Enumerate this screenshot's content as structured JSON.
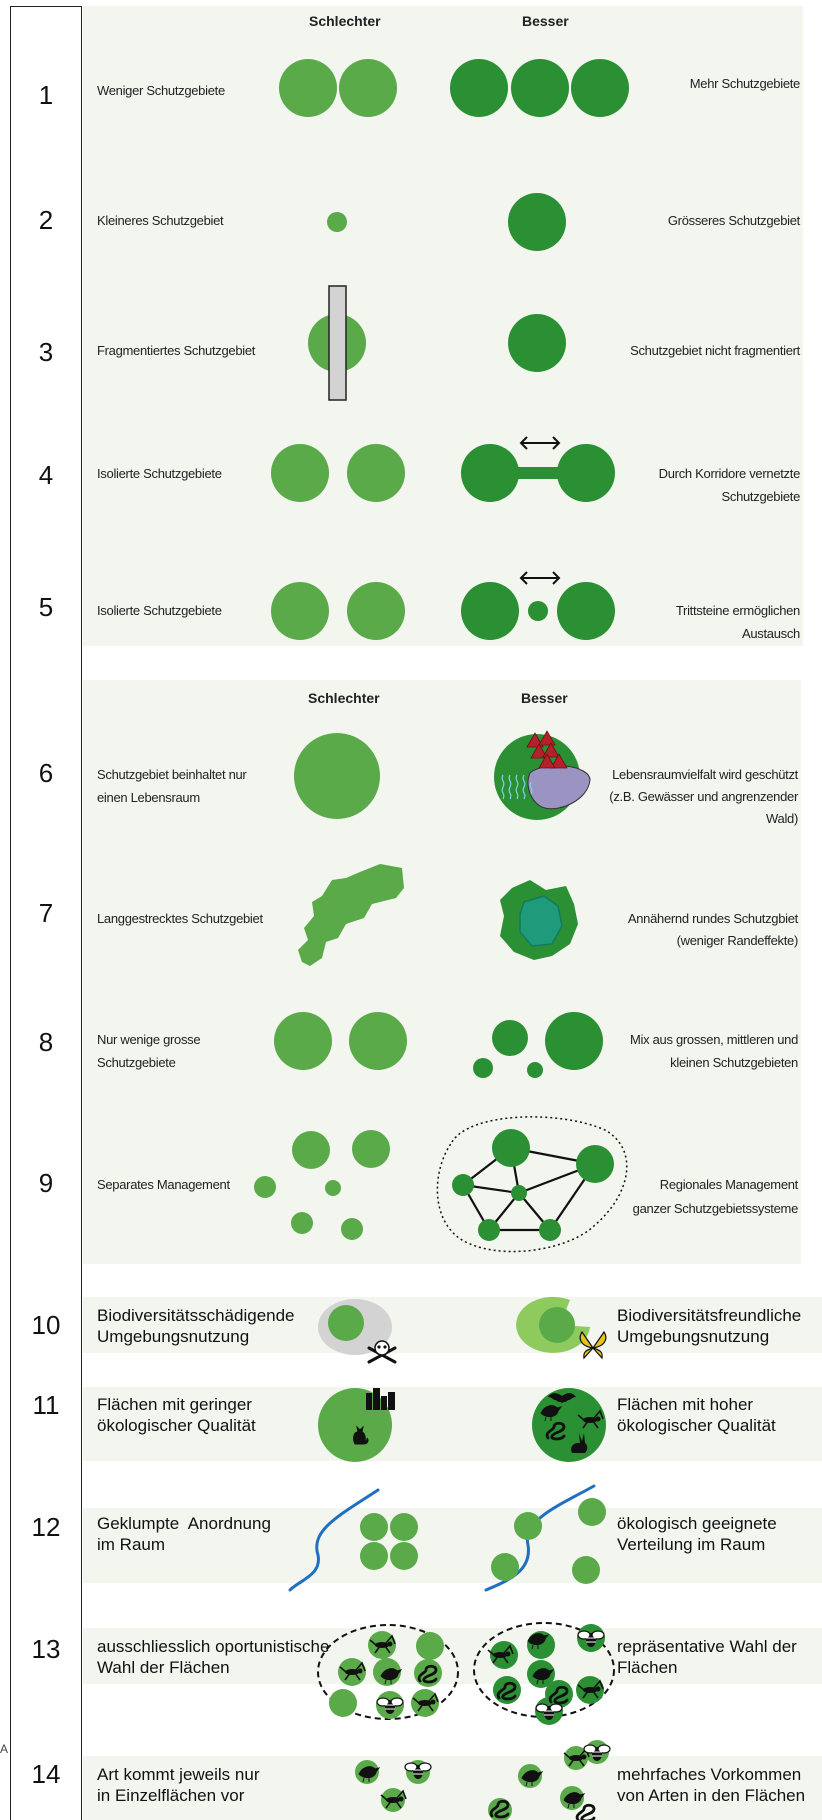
{
  "headers": {
    "worse": "Schlechter",
    "better": "Besser"
  },
  "rows": [
    {
      "n": "1",
      "worse": "Weniger Schutzgebiete",
      "better": "Mehr Schutzgebiete"
    },
    {
      "n": "2",
      "worse": "Kleineres Schutzgebiet",
      "better": "Grösseres Schutzgebiet"
    },
    {
      "n": "3",
      "worse": "Fragmentiertes Schutzgebiet",
      "better": "Schutzgebiet nicht fragmentiert"
    },
    {
      "n": "4",
      "worse": "Isolierte Schutzgebiete",
      "better_l1": "Durch Korridore vernetzte",
      "better_l2": "Schutzgebiete"
    },
    {
      "n": "5",
      "worse": "Isolierte Schutzgebiete",
      "better_l1": "Trittsteine ermöglichen",
      "better_l2": "Austausch"
    },
    {
      "n": "6",
      "worse_l1": "Schutzgebiet beinhaltet nur",
      "worse_l2": "einen Lebensraum",
      "better_l1": "Lebensraumvielfalt wird geschützt",
      "better_l2": "(z.B. Gewässer und angrenzender",
      "better_l3": "Wald)"
    },
    {
      "n": "7",
      "worse": "Langgestrecktes Schutzgebiet",
      "better_l1": "Annähernd rundes Schutzgbiet",
      "better_l2": "(weniger Randeffekte)"
    },
    {
      "n": "8",
      "worse_l1": "Nur wenige grosse",
      "worse_l2": "Schutzgebiete",
      "better_l1": "Mix aus grossen, mittleren und",
      "better_l2": "kleinen Schutzgebieten"
    },
    {
      "n": "9",
      "worse": "Separates Management",
      "better_l1": "Regionales Management",
      "better_l2": "ganzer Schutzgebietssysteme"
    },
    {
      "n": "10",
      "worse_l1": "Biodiversitätsschädigende",
      "worse_l2": "Umgebungsnutzung",
      "better_l1": "Biodiversitätsfreundliche",
      "better_l2": "Umgebungsnutzung"
    },
    {
      "n": "11",
      "worse_l1": "Flächen mit geringer",
      "worse_l2": "ökologischer Qualität",
      "better_l1": "Flächen mit hoher",
      "better_l2": "ökologischer Qualität"
    },
    {
      "n": "12",
      "worse_l1": "Geklumpte  Anordnung",
      "worse_l2": "im Raum",
      "better_l1": "ökologisch geeignete",
      "better_l2": "Verteilung im Raum"
    },
    {
      "n": "13",
      "worse_l1": "ausschliesslich oportunistische",
      "worse_l2": "Wahl der Flächen",
      "better_l1": "repräsentative Wahl der",
      "better_l2": "Flächen"
    },
    {
      "n": "14",
      "worse_l1": "Art kommt jeweils nur",
      "worse_l2": "in Einzelflächen vor",
      "better_l1": "mehrfaches Vorkommen",
      "better_l2": "von Arten in den Flächen"
    }
  ],
  "stray_text": "A",
  "colors": {
    "worse_green": "#5aaa4a",
    "better_green": "#2b8f34",
    "panel_bg": "#f3f5ef",
    "river": "#1f6fc4",
    "teal": "#1f9a7a",
    "lavender": "#9b94c3",
    "red": "#b5202a",
    "light_green": "#8fca5e",
    "grey": "#d3d3d3",
    "butterfly": "#e2c21c"
  },
  "icons": [
    "skull-icon",
    "butterfly-icon",
    "cat-icon",
    "city-icon",
    "bat-icon",
    "snake-icon",
    "rabbit-icon",
    "bird-icon",
    "grasshopper-icon",
    "bee-icon",
    "double-arrow-icon",
    "forest-icon"
  ]
}
